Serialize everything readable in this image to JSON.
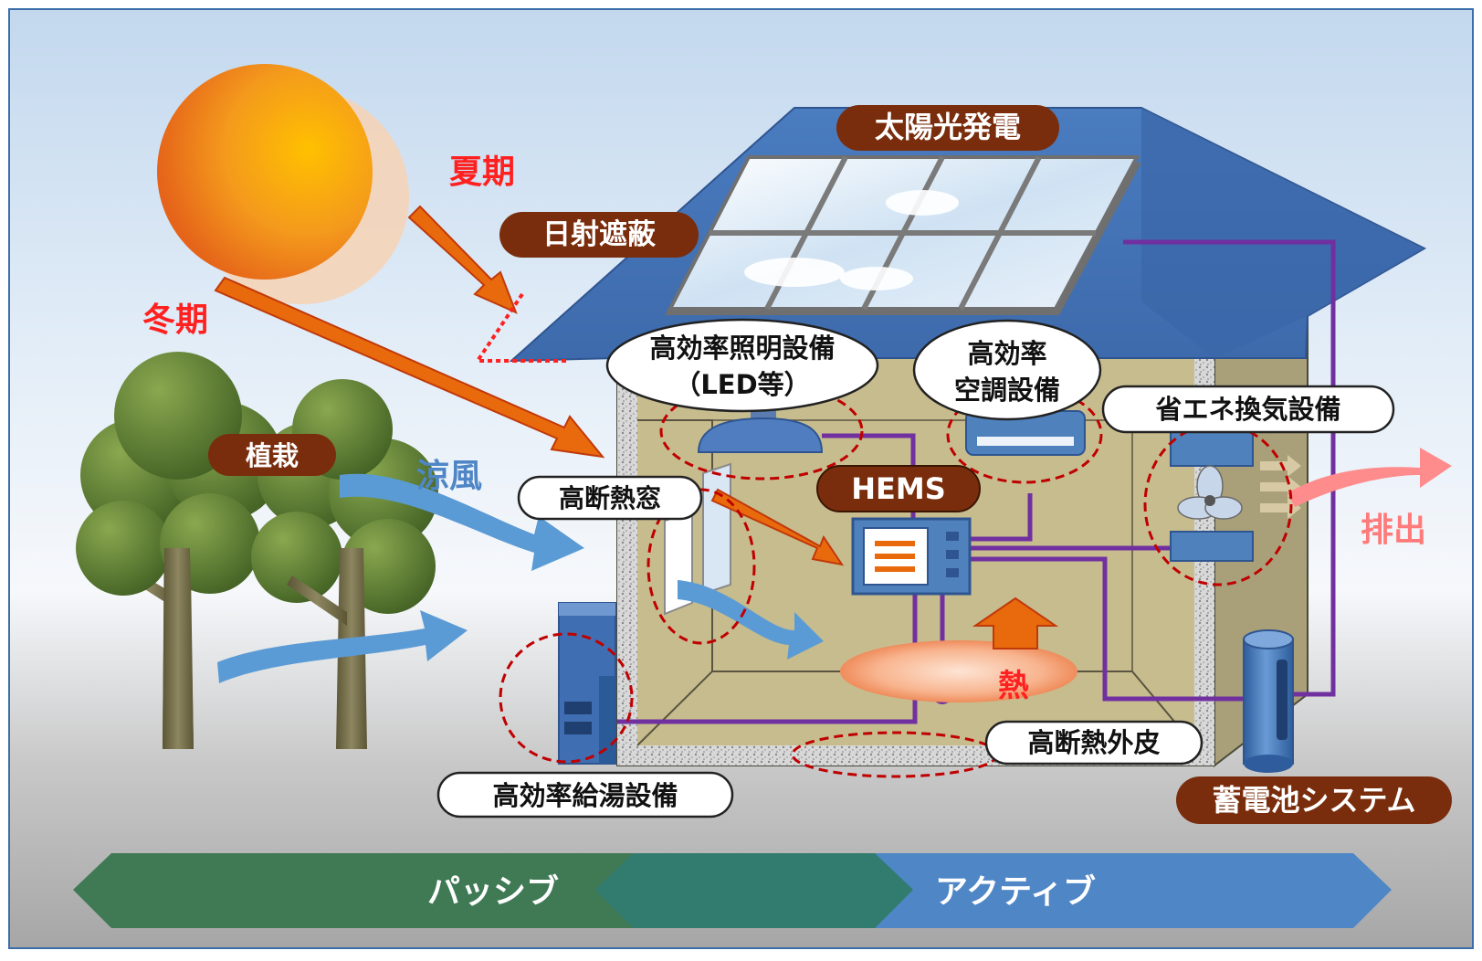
{
  "labels": {
    "solar_power": "太陽光発電",
    "summer": "夏期",
    "winter": "冬期",
    "sun_shading": "日射遮蔽",
    "planting": "植栽",
    "cool_breeze": "涼風",
    "lighting_line1": "高効率照明設備",
    "lighting_line2": "（LED等）",
    "hvac_line1": "高効率",
    "hvac_line2": "空調設備",
    "ventilation": "省エネ換気設備",
    "window": "高断熱窓",
    "hems": "HEMS",
    "exhaust": "排出",
    "heat": "熱",
    "insulation_skin": "高断熱外皮",
    "water_heater": "高効率給湯設備",
    "battery": "蓄電池システム"
  },
  "bands": {
    "passive": "パッシブ",
    "active": "アクティブ"
  },
  "colors": {
    "sky_top": "#c4d9ee",
    "ground": "#a6a6a6",
    "roof": "#4f81bd",
    "wall": "#c4b98a",
    "label_brown": "#7a2d0c",
    "arrow_orange": "#e96a0c",
    "arrow_blue": "#5b9bd5",
    "control_line": "#7030a0",
    "red_text": "#ff2020",
    "passive_green": "#3f7a55",
    "active_blue": "#4f86c6"
  }
}
